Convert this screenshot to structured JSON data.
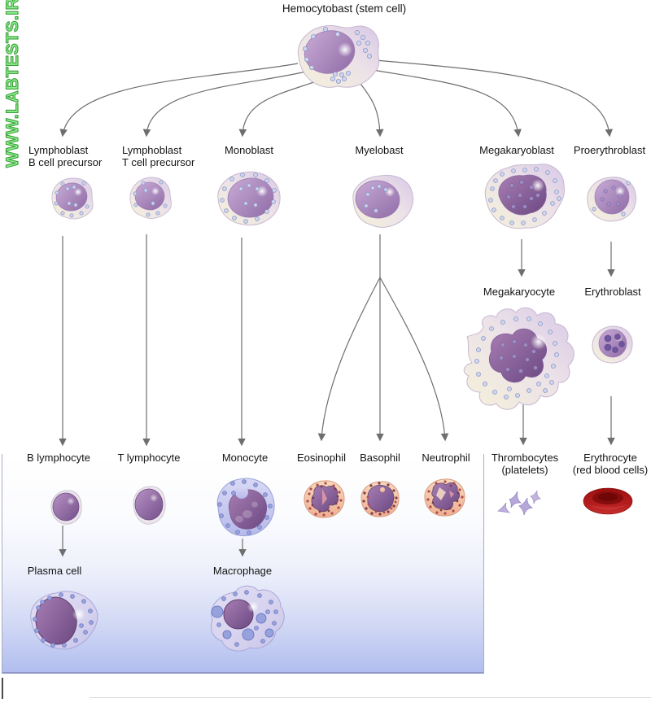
{
  "watermark": "WWW.LABTESTS.IR",
  "title": "Hemocytobast (stem cell)",
  "labels": {
    "lymphoblast_b": [
      "Lymphoblast",
      "B cell precursor"
    ],
    "lymphoblast_t": [
      "Lymphoblast",
      "T cell precursor"
    ],
    "monoblast": "Monoblast",
    "myeloblast": "Myelobast",
    "megakaryoblast": "Megakaryoblast",
    "proerythroblast": "Proerythroblast",
    "megakaryocyte": "Megakaryocyte",
    "erythroblast": "Erythroblast",
    "b_lymphocyte": "B lymphocyte",
    "t_lymphocyte": "T lymphocyte",
    "monocyte": "Monocyte",
    "eosinophil": "Eosinophil",
    "basophil": "Basophil",
    "neutrophil": "Neutrophil",
    "thrombocytes": [
      "Thrombocytes",
      "(platelets)"
    ],
    "erythrocyte": [
      "Erythrocyte",
      "(red blood cells)"
    ],
    "plasma_cell": "Plasma cell",
    "macrophage": "Macrophage"
  },
  "colors": {
    "watermark_green": "#8df28d",
    "watermark_outline": "#3c9e3c",
    "arrow_gray": "#6e6e6e",
    "label_text": "#141414",
    "box_border": "#a7adc2",
    "box_gradient_bottom": "#adbaee",
    "cytoplasm_cream": "#f5f1dc",
    "cytoplasm_lavender": "#d9c9e6",
    "nucleus_purple": "#8f6ba6",
    "monocyte_blue": "#c2c5ee",
    "granulocyte_pink": "#f4c6a8",
    "erythrocyte_red": "#a31515",
    "platelet_lavender": "#b3a3d6"
  }
}
